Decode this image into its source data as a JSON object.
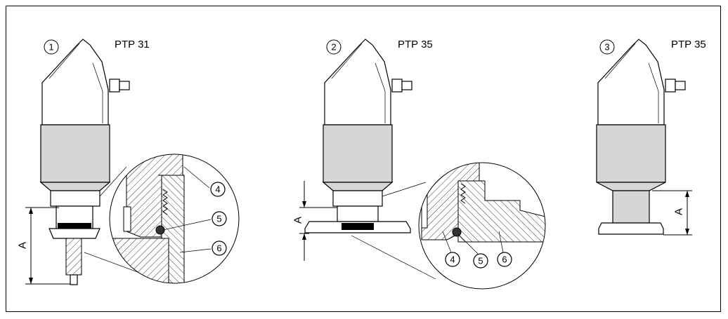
{
  "figure": {
    "variants": [
      {
        "index": "1",
        "model": "PTP 31",
        "dimension": "A"
      },
      {
        "index": "2",
        "model": "PTP 35",
        "dimension": "A"
      },
      {
        "index": "3",
        "model": "PTP 35",
        "dimension": "A"
      }
    ],
    "callouts_1": [
      "4",
      "5",
      "6"
    ],
    "callouts_2": [
      "4",
      "5",
      "6"
    ]
  }
}
